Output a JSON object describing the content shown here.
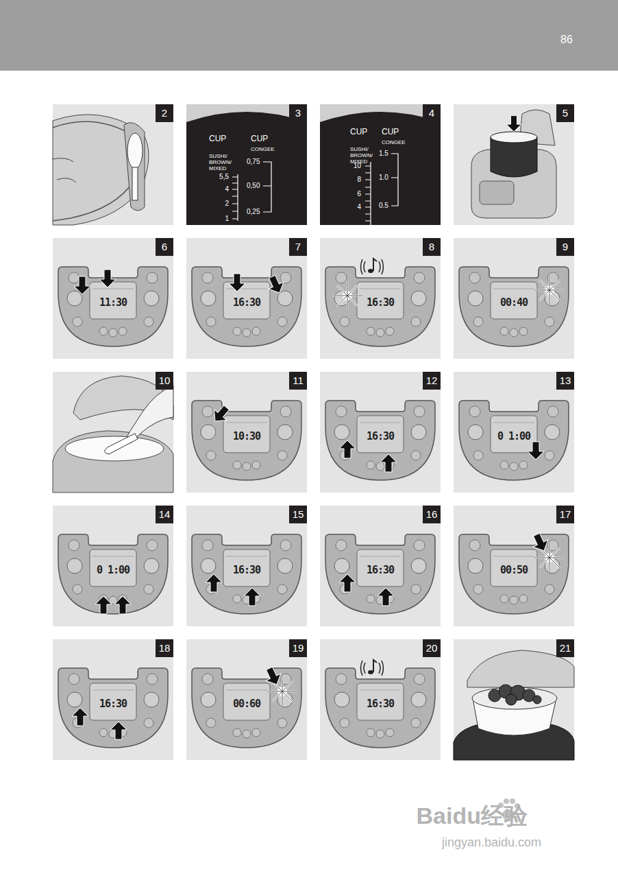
{
  "diagram": {
    "nodes": [
      {
        "text": [
          "2"
        ]
      },
      {
        "text": [
          "3"
        ]
      },
      {
        "text": [
          "4"
        ]
      },
      {
        "text": [
          "5"
        ]
      },
      {
        "text": [
          "6"
        ]
      },
      {
        "text": [
          "7"
        ]
      },
      {
        "text": [
          "8"
        ]
      },
      {
        "text": [
          "9"
        ]
      },
      {
        "text": [
          "10"
        ]
      },
      {
        "text": [
          "11"
        ]
      },
      {
        "text": [
          "12"
        ]
      },
      {
        "text": [
          "13"
        ]
      },
      {
        "text": [
          "14"
        ]
      },
      {
        "text": [
          "15"
        ]
      },
      {
        "text": [
          "16"
        ]
      },
      {
        "text": [
          "17"
        ]
      },
      {
        "text": [
          "18"
        ]
      },
      {
        "text": [
          "19"
        ]
      },
      {
        "text": [
          "20"
        ]
      },
      {
        "text": [
          "21"
        ]
      }
    ],
    "labels": [
      "86",
      "CUP",
      "CUP",
      "SUSHI/ BROWN/ MIXED",
      "CONGEE",
      "5,5",
      "4",
      "2",
      "1",
      "0,75",
      "0,50",
      "0,25",
      "CUP",
      "CUP",
      "SUSHI/ BROWN/ MIXED",
      "CONGEE",
      "10",
      "8",
      "6",
      "4",
      "1.5",
      "1.0",
      "0.5",
      "11:30",
      "16:30",
      "16:30",
      "00:40",
      "10:30",
      "16:30",
      "0 1:00",
      "0 1:00",
      "16:30",
      "16:30",
      "00:50",
      "16:30",
      "00:60",
      "16:30",
      "Baidu经验",
      "jingyan.baidu.com"
    ]
  }
}
